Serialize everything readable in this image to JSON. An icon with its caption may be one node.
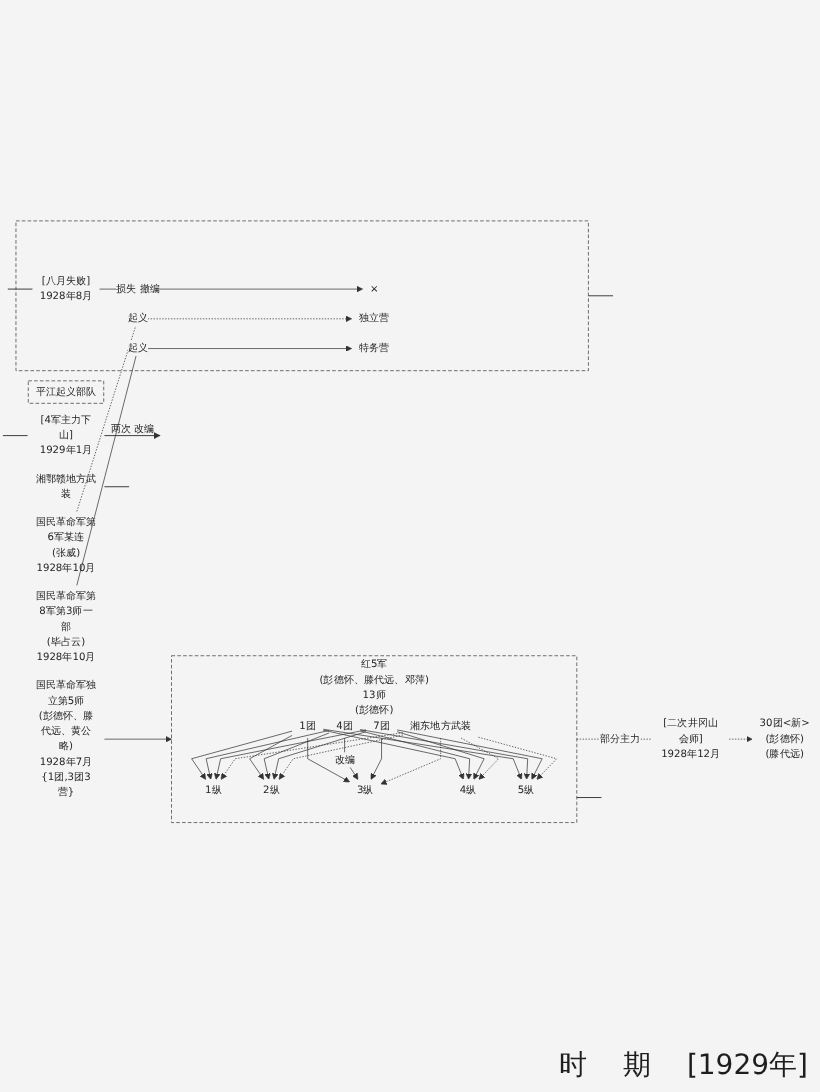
{
  "diagram": {
    "nodes": [
      {
        "text": [],
        "shape": "box"
      },
      {
        "text": [
          "[八月失败]",
          "1928年8月"
        ],
        "in": 0
      },
      {
        "text": [
          "×"
        ],
        "in": 0
      },
      {
        "text": [
          "独立营"
        ],
        "in": 0
      },
      {
        "text": [
          "特务营"
        ],
        "in": 0
      },
      {
        "text": [
          "平江起义部队"
        ]
      },
      {
        "text": [
          "国民革命军独立第5师",
          "(彭德怀、滕代远、黄公略)",
          "1928年7月",
          "{1团,3团3营}"
        ]
      },
      {
        "text": [
          "红5军",
          "(彭德怀、滕代远、邓萍)",
          "13师",
          "(彭德怀)"
        ]
      },
      {
        "text": [
          "1团"
        ],
        "in": 7
      },
      {
        "text": [
          "4团"
        ],
        "in": 7
      },
      {
        "text": [
          "7团"
        ],
        "in": 7
      },
      {
        "text": [
          "湘东地方武装"
        ],
        "in": 7
      },
      {
        "text": [
          "1纵"
        ],
        "in": 7
      },
      {
        "text": [
          "2纵"
        ],
        "in": 7
      },
      {
        "text": [
          "3纵"
        ],
        "in": 7
      },
      {
        "text": [
          "4纵"
        ],
        "in": 7
      },
      {
        "text": [
          "5纵"
        ],
        "in": 7
      },
      {
        "text": [
          "国民革命军第8军第3师一部",
          "(毕占云)",
          "1928年10月"
        ]
      },
      {
        "text": [
          "国民革命军第6军某连",
          "(张威)",
          "1928年10月"
        ]
      },
      {
        "text": [
          "30团<新>",
          "(彭德怀)",
          "(滕代远)"
        ]
      },
      {
        "text": [
          "[二次井冈山会师]",
          "1928年12月"
        ]
      },
      {
        "text": [
          "[4军主力下山]",
          "1929年1月"
        ]
      },
      {
        "text": [
          "湘鄂赣地方武装"
        ]
      }
    ],
    "edges": [
      {
        "from": null,
        "to": 1,
        "arrow": "none"
      },
      {
        "from": 1,
        "to": 2,
        "arrow": "to",
        "label": "损失 撤编"
      },
      {
        "from": null,
        "to": 21,
        "arrow": "none"
      },
      {
        "from": 18,
        "to": 3,
        "arrow": "to",
        "label": "起义",
        "style": "dashed"
      },
      {
        "from": 17,
        "to": 4,
        "arrow": "to",
        "label": "起义"
      },
      {
        "from": 0,
        "to": null,
        "arrow": "none"
      },
      {
        "from": 6,
        "to": 7,
        "arrow": "to"
      },
      {
        "from": 8,
        "to": 12,
        "arrow": "to"
      },
      {
        "from": 8,
        "to": 13,
        "arrow": "to"
      },
      {
        "from": 8,
        "to": 14,
        "arrow": "to"
      },
      {
        "from": 8,
        "to": 15,
        "arrow": "to"
      },
      {
        "from": 8,
        "to": 16,
        "arrow": "to"
      },
      {
        "from": 9,
        "to": 12,
        "arrow": "to"
      },
      {
        "from": 9,
        "to": 13,
        "arrow": "to"
      },
      {
        "from": 9,
        "to": 14,
        "arrow": "to",
        "label": "改编"
      },
      {
        "from": 9,
        "to": 15,
        "arrow": "to"
      },
      {
        "from": 9,
        "to": 16,
        "arrow": "to"
      },
      {
        "from": 10,
        "to": 12,
        "arrow": "to"
      },
      {
        "from": 10,
        "to": 13,
        "arrow": "to"
      },
      {
        "from": 10,
        "to": 14,
        "arrow": "to"
      },
      {
        "from": 10,
        "to": 15,
        "arrow": "to"
      },
      {
        "from": 10,
        "to": 16,
        "arrow": "to"
      },
      {
        "from": 11,
        "to": 12,
        "arrow": "to",
        "style": "dashed"
      },
      {
        "from": 11,
        "to": 13,
        "arrow": "to",
        "style": "dashed"
      },
      {
        "from": 11,
        "to": 14,
        "arrow": "to",
        "style": "dashed"
      },
      {
        "from": 11,
        "to": 15,
        "arrow": "to",
        "style": "dashed"
      },
      {
        "from": 11,
        "to": 16,
        "arrow": "to",
        "style": "dashed"
      },
      {
        "from": 7,
        "to": 20,
        "arrow": "none",
        "style": "dashed",
        "label": "部分主力"
      },
      {
        "from": 20,
        "to": 19,
        "arrow": "to",
        "style": "dashed"
      },
      {
        "from": 7,
        "to": null,
        "arrow": "none"
      },
      {
        "from": 21,
        "to": null,
        "arrow": "to",
        "label": "两次 改编"
      },
      {
        "from": 22,
        "to": null,
        "arrow": "none"
      }
    ],
    "labels": [
      "时",
      "期",
      "[1929年]"
    ]
  }
}
